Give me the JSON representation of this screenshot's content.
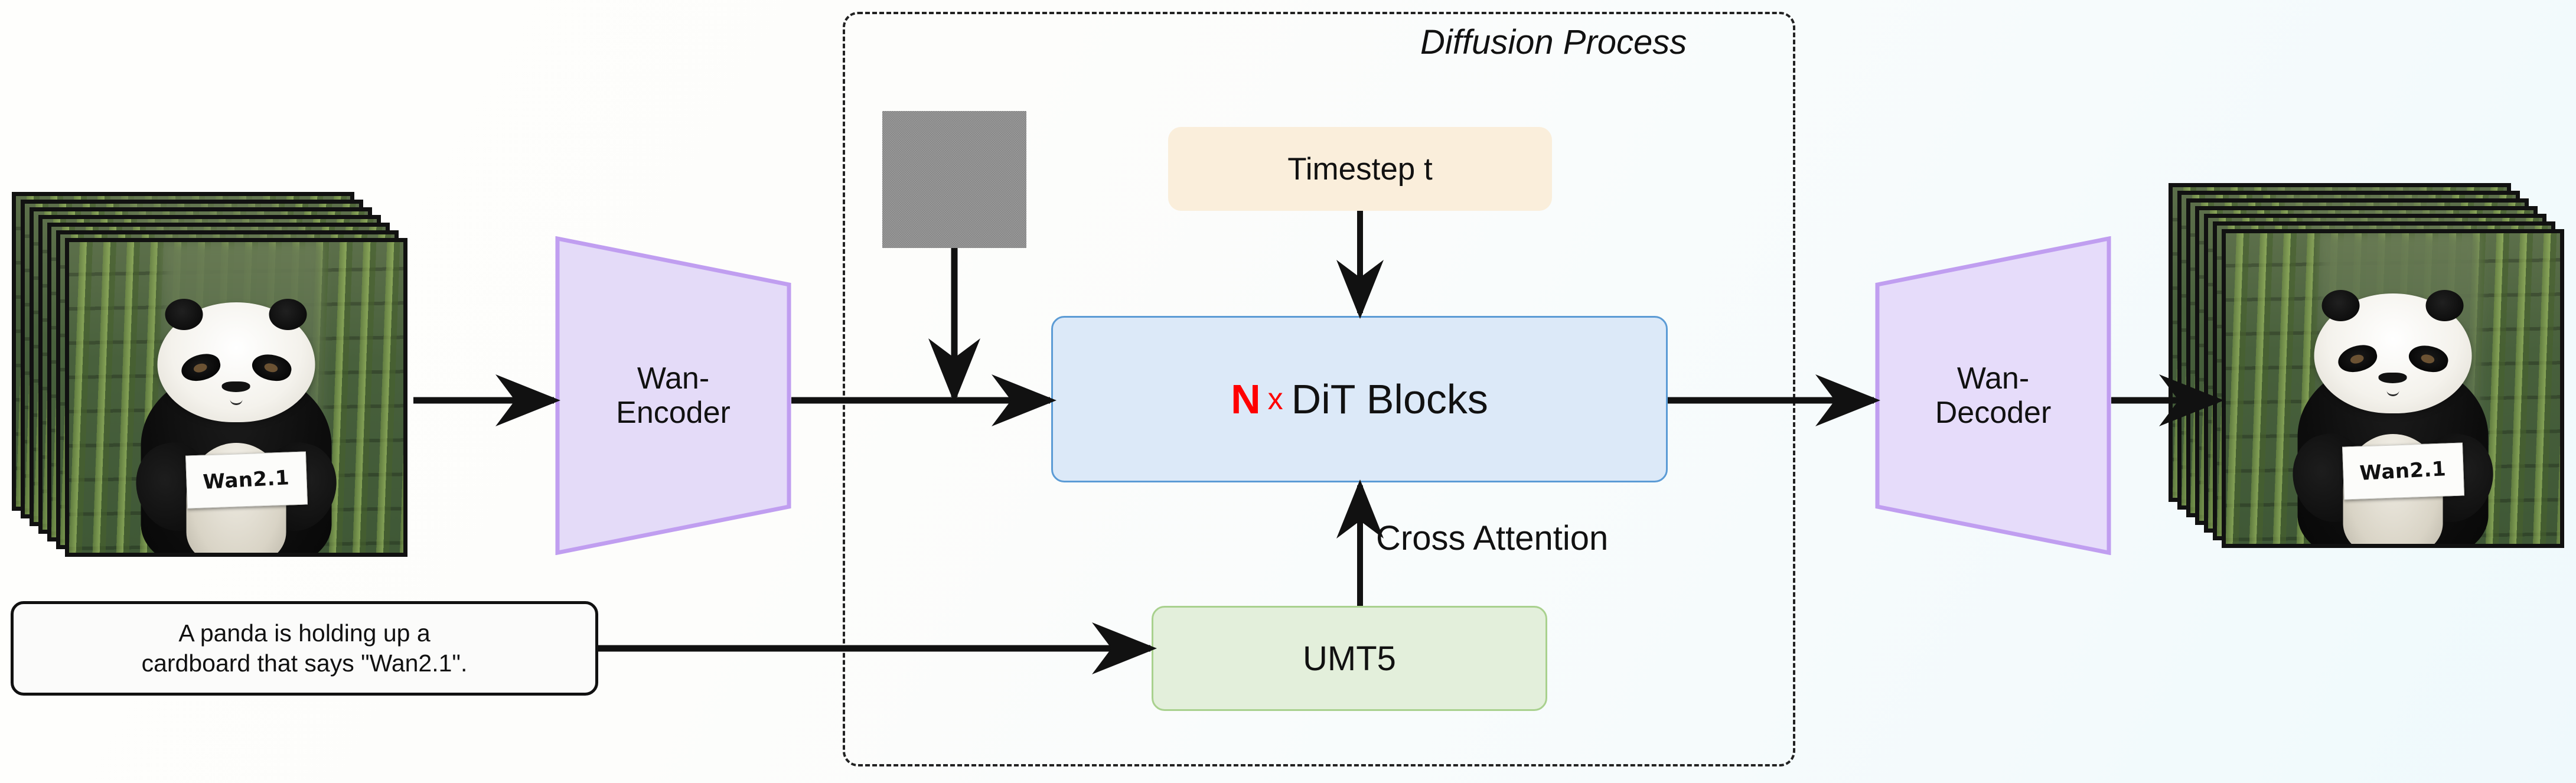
{
  "figure": {
    "domain": "architecture-diagram",
    "background_gradient": [
      "#fefefc",
      "#eff9fc"
    ]
  },
  "input_media": {
    "name": "input-video-frames",
    "frame_count": 7,
    "sign_text": "Wan2.1",
    "description": "A panda holding a cardboard sign in a bamboo forest"
  },
  "output_media": {
    "name": "output-video-frames",
    "frame_count": 7,
    "sign_text": "Wan2.1",
    "description": "A panda holding a cardboard sign in a bamboo forest"
  },
  "prompt_box": {
    "line1": "A panda is holding up a",
    "line2": "cardboard that says \"Wan2.1\"."
  },
  "encoder": {
    "line1": "Wan-",
    "line2": "Encoder",
    "fill": "#e4dbf8",
    "stroke": "#c09ef0"
  },
  "decoder": {
    "line1": "Wan-",
    "line2": "Decoder",
    "fill": "#e6dcfa",
    "stroke": "#c09ef0"
  },
  "diffusion": {
    "title": "Diffusion Process",
    "noise_label": "gaussian-noise-latent"
  },
  "dit_block": {
    "prefix_n": "N",
    "prefix_x": "x",
    "label": "DiT Blocks",
    "fill": "#dce9f8",
    "stroke": "#5b9bd5",
    "accent": "#ff0000"
  },
  "timestep": {
    "label": "Timestep t",
    "fill": "#faeedb"
  },
  "text_encoder": {
    "label": "UMT5",
    "fill": "#e3efdb",
    "stroke": "#a9d18e"
  },
  "edges": {
    "cross_attention": "Cross Attention"
  }
}
